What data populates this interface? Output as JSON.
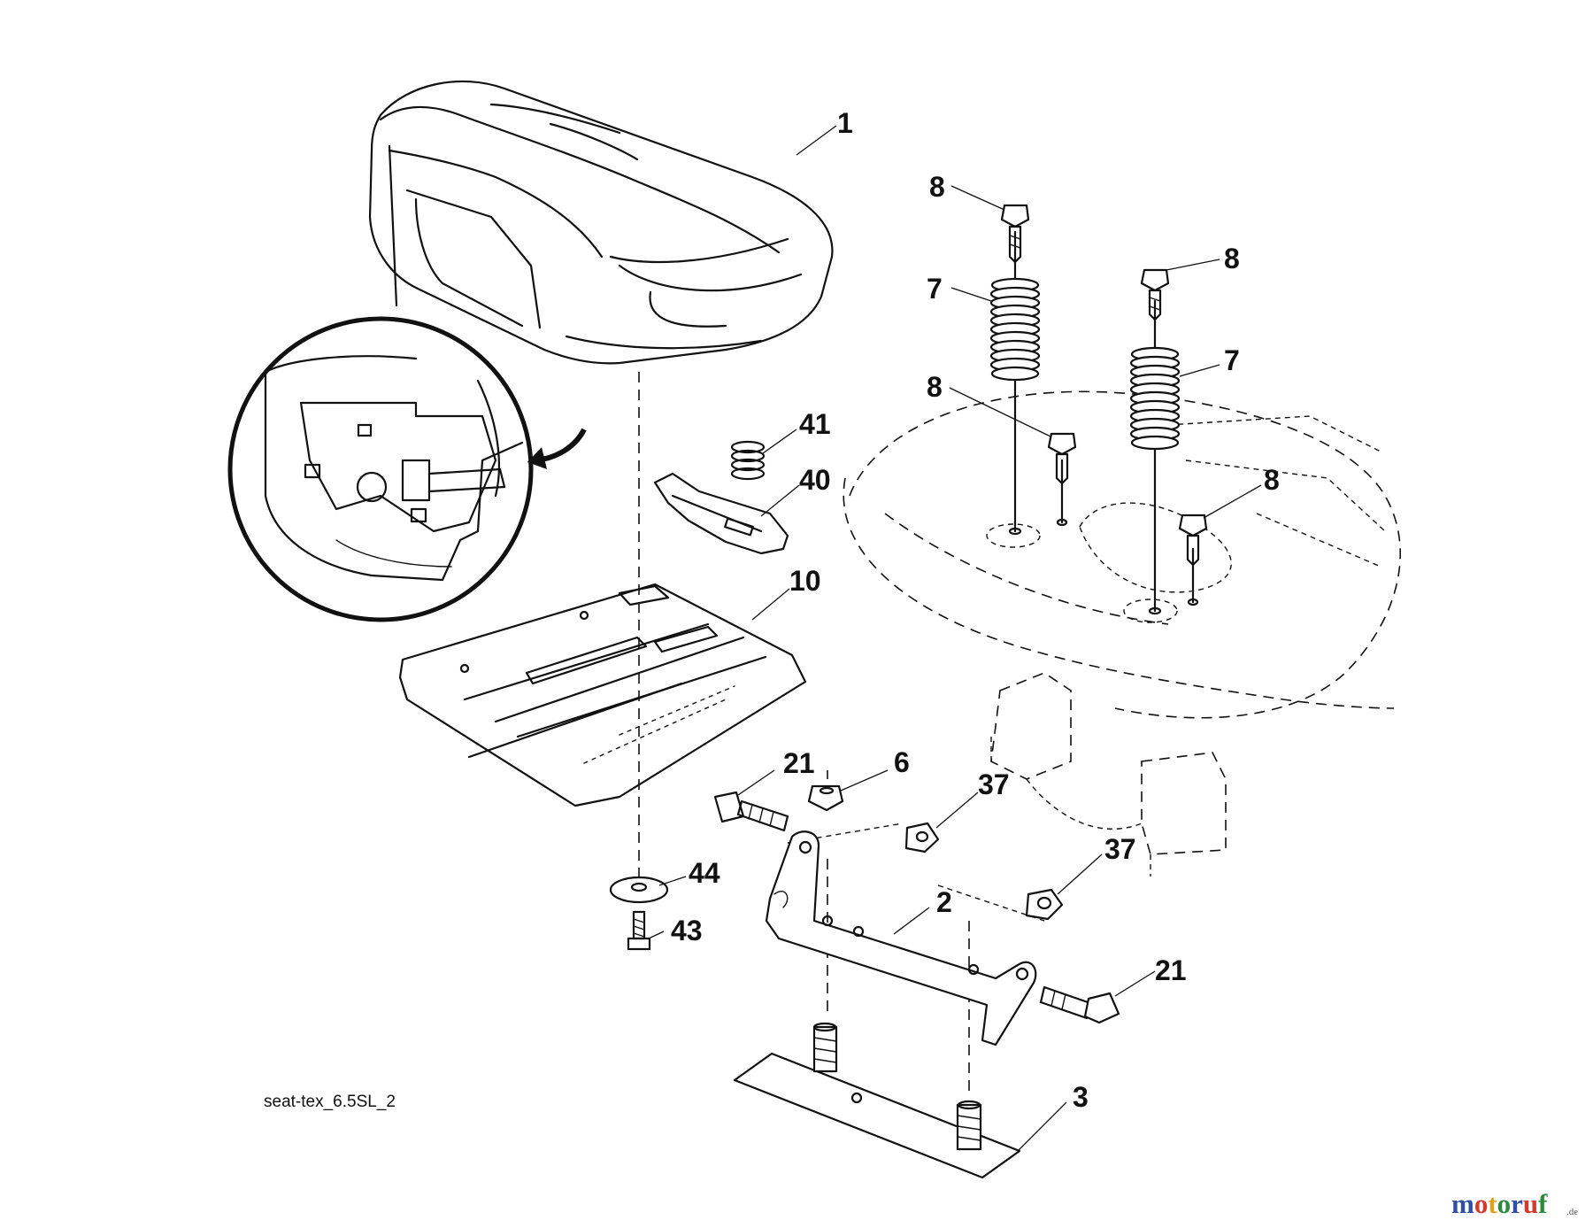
{
  "callouts": {
    "seat": "1",
    "bracket": "2",
    "base_plate": "3",
    "nut_6": "6",
    "spring_left": "7",
    "spring_right": "7",
    "bolt_top_left": "8",
    "bolt_top_right": "8",
    "bolt_mid_left": "8",
    "bolt_mid_right": "8",
    "seat_pan": "10",
    "bolt_21_left": "21",
    "bolt_21_right": "21",
    "nut_37_upper": "37",
    "nut_37_lower": "37",
    "clip": "40",
    "spring_small": "41",
    "screw_43": "43",
    "washer_44": "44"
  },
  "caption": "seat-tex_6.5SL_2",
  "watermark": {
    "text": "motoruf",
    "suffix": ".de",
    "colors": [
      "#2e4fa3",
      "#d63a2c",
      "#e0a21b",
      "#2e8b3e",
      "#2e4fa3",
      "#d63a2c",
      "#2e8b3e"
    ]
  }
}
